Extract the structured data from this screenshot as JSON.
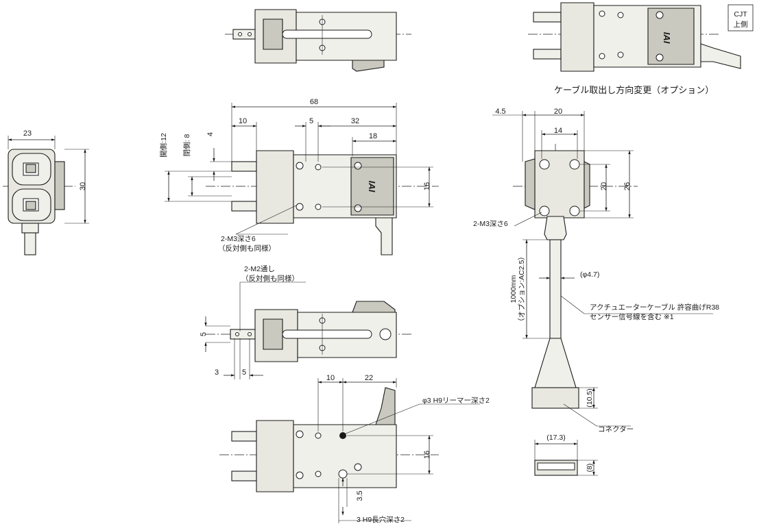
{
  "cjt_note": {
    "line1": "CJT",
    "line2": "上側"
  },
  "cable_option_title": "ケーブル取出し方向変更（オプション）",
  "dims": {
    "front_w": "23",
    "front_h": "30",
    "overall_68": "68",
    "d10": "10",
    "d5": "5",
    "d32": "32",
    "d18": "18",
    "d4": "4",
    "open_12": "開側:12",
    "close_8": "閉側: 8",
    "d16_main": "16",
    "s4_5": "4.5",
    "s20w": "20",
    "s14": "14",
    "s20h": "20",
    "s26": "26",
    "b5v": "5",
    "b3": "3",
    "b5h": "5",
    "p10": "10",
    "p22": "22",
    "p16": "16",
    "p3_5": "3.5",
    "phi47": "(φ4.7)",
    "d10_5": "(10.5)",
    "d17_3": "(17.3)",
    "d8": "(8)"
  },
  "labels": {
    "m3_depth_l1": "2-M3深さ6",
    "m3_depth_l2": "（反対側も同様）",
    "m2_thru_l1": "2-M2通し",
    "m2_thru_l2": "（反対側も同様）",
    "m3_side": "2-M3深さ6",
    "reamer": "φ3 H9リーマー深さ2",
    "slot": "3 H9長穴深さ2",
    "cable_len_l1": "1000mm",
    "cable_len_l2": "（オプション:AC2.5）",
    "cable_desc_l1": "アクチュエーターケーブル 許容曲げR38",
    "cable_desc_l2": "センサー信号線を含む ※1",
    "connector": "コネクター"
  },
  "logo_text": "IAI"
}
